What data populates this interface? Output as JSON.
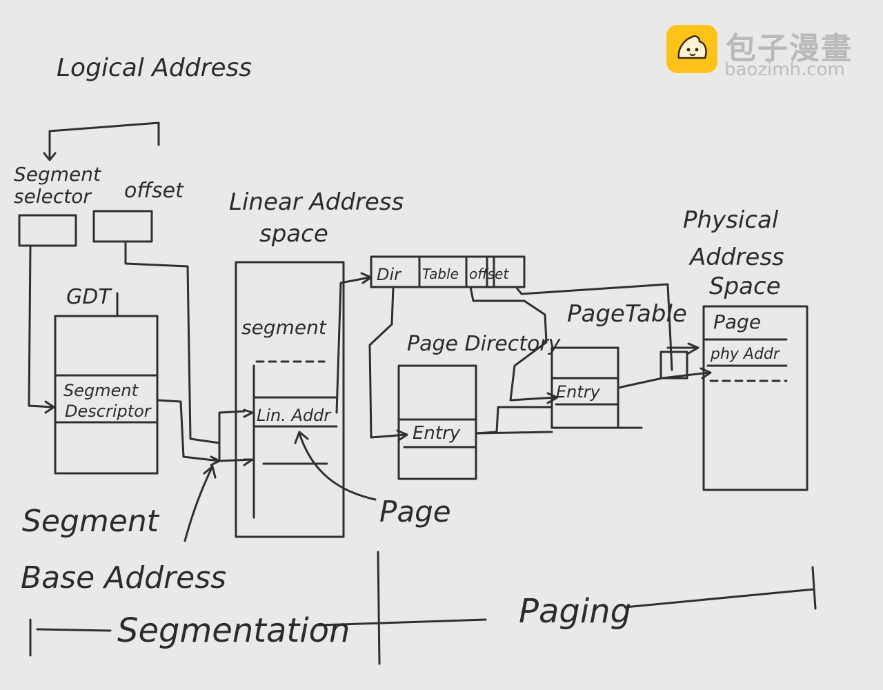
{
  "watermark": {
    "brand_cn": "包子漫畫",
    "url": "baozimh.com",
    "accent": "#ffc21a"
  },
  "labels": {
    "logical_address": "Logical Address",
    "segment_selector_1": "Segment",
    "segment_selector_2": "selector",
    "offset": "offset",
    "gdt": "GDT",
    "segment_descriptor_1": "Segment",
    "segment_descriptor_2": "Descriptor",
    "segment_base_1": "Segment",
    "segment_base_2": "Base Address",
    "linear_space_1": "Linear Address",
    "linear_space_2": "space",
    "segment_in_linear": "segment",
    "lin_addr": "Lin. Addr",
    "page": "Page",
    "dir": "Dir",
    "table": "Table",
    "offset_field": "offset",
    "page_directory": "Page Directory",
    "entry_dir": "Entry",
    "page_table": "PageTable",
    "entry_table": "Entry",
    "physical_1": "Physical",
    "physical_2": "Address",
    "physical_3": "Space",
    "phys_page": "Page",
    "phy_addr": "phy Addr",
    "segmentation": "Segmentation",
    "paging": "Paging"
  }
}
